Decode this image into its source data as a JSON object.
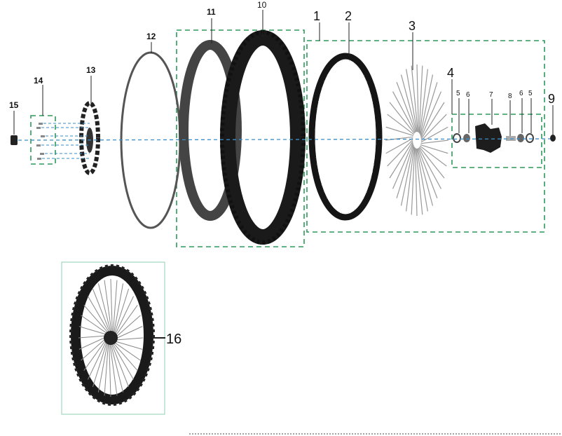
{
  "diagram": {
    "title": "Front wheel exploded view",
    "callouts": [
      {
        "id": "label-15",
        "text": "15"
      },
      {
        "id": "label-14",
        "text": "14"
      },
      {
        "id": "label-13",
        "text": "13"
      },
      {
        "id": "label-12",
        "text": "12"
      },
      {
        "id": "label-11",
        "text": "11"
      },
      {
        "id": "label-10",
        "text": "10"
      },
      {
        "id": "label-1",
        "text": "1"
      },
      {
        "id": "label-2",
        "text": "2"
      },
      {
        "id": "label-3",
        "text": "3"
      },
      {
        "id": "label-4",
        "text": "4"
      },
      {
        "id": "label-5a",
        "text": "5"
      },
      {
        "id": "label-6a",
        "text": "6"
      },
      {
        "id": "label-7",
        "text": "7"
      },
      {
        "id": "label-8",
        "text": "8"
      },
      {
        "id": "label-6b",
        "text": "6"
      },
      {
        "id": "label-5b",
        "text": "5"
      },
      {
        "id": "label-9",
        "text": "9"
      },
      {
        "id": "label-16",
        "text": "16"
      }
    ],
    "colors": {
      "group_box": "#2e9a5a",
      "axis": "#3a8fc8",
      "assembly_box": "#8fd0b0"
    }
  }
}
